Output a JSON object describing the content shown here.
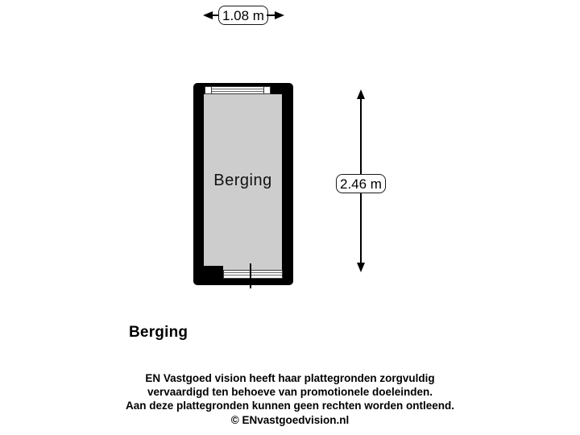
{
  "floor_plan": {
    "room_label": "Berging",
    "wall_color": "#000000",
    "floor_color": "#cdcdcd",
    "width_dimension": "1.08 m",
    "height_dimension": "2.46 m"
  },
  "title": "Berging",
  "disclaimer": {
    "line1": "EN Vastgoed vision heeft haar plattegronden zorgvuldig",
    "line2": "vervaardigd ten behoeve van promotionele doeleinden.",
    "line3": "Aan deze plattegronden kunnen geen rechten worden ontleend.",
    "line4": "© ENvastgoedvision.nl"
  }
}
